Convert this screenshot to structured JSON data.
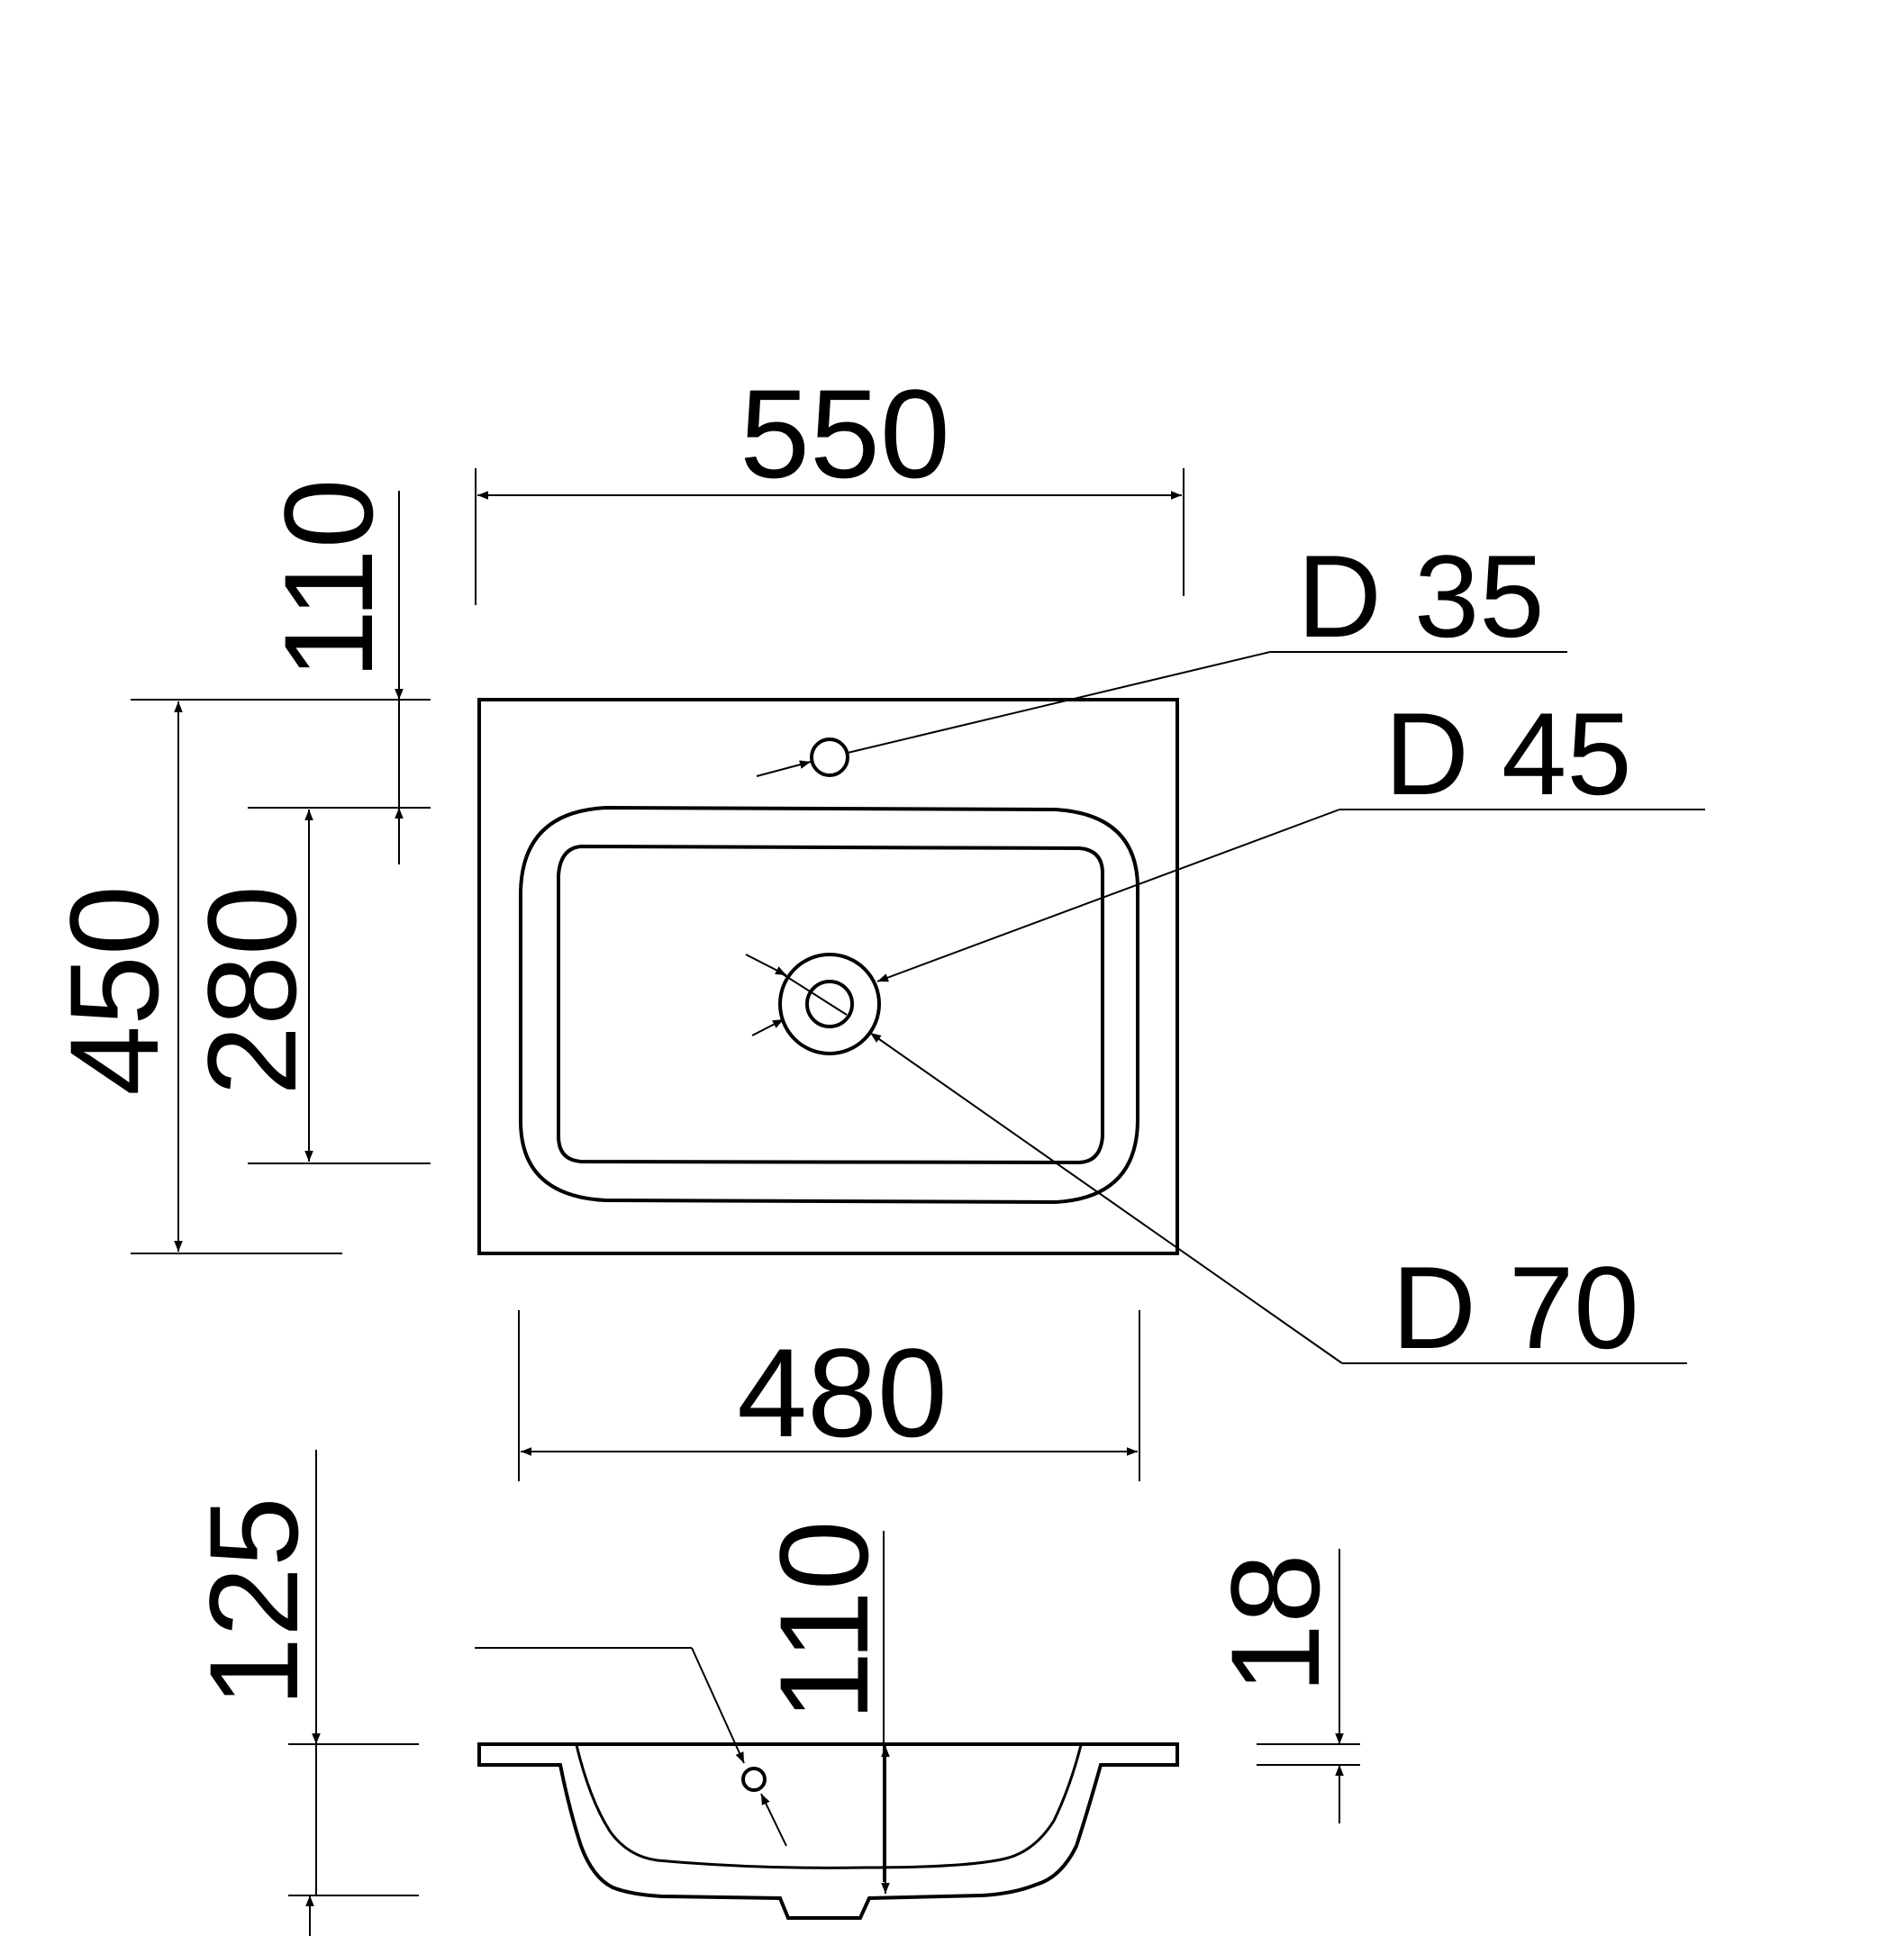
{
  "dimensions": {
    "overall_width": "550",
    "bowl_width": "480",
    "overall_depth": "450",
    "bowl_depth": "280",
    "tap_hole_offset": "110",
    "total_height": "125",
    "bowl_height": "110",
    "rim_thickness": "18"
  },
  "diameters": {
    "tap_hole": "D 35",
    "drain_inner": "D 45",
    "drain_outer": "D 70"
  },
  "colors": {
    "line": "#000000",
    "background": "#ffffff"
  }
}
